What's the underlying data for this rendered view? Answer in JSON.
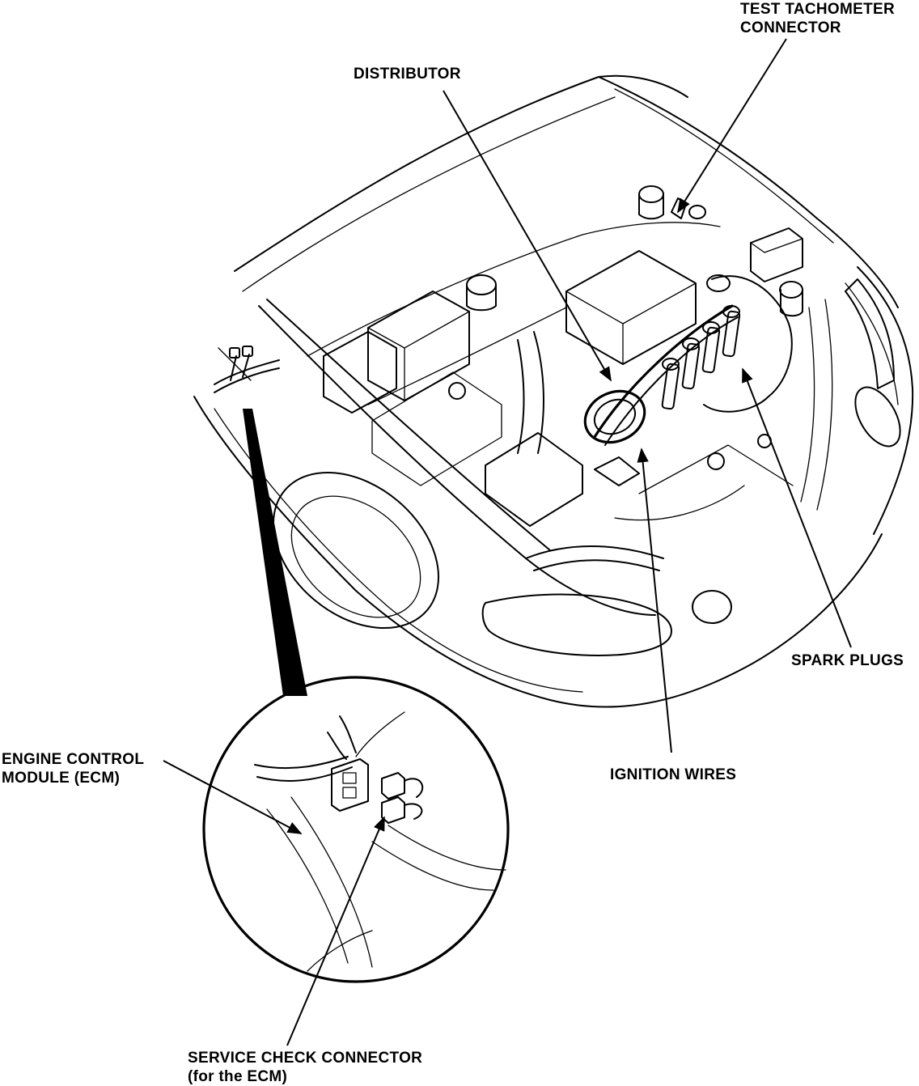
{
  "labels": {
    "test_tachometer_connector": [
      "TEST TACHOMETER",
      "CONNECTOR"
    ],
    "distributor": "DISTRIBUTOR",
    "spark_plugs": "SPARK PLUGS",
    "ignition_wires": "IGNITION WIRES",
    "engine_control_module": [
      "ENGINE CONTROL",
      "MODULE (ECM)"
    ],
    "service_check_connector": [
      "SERVICE CHECK CONNECTOR",
      "(for the ECM)"
    ]
  },
  "colors": {
    "ink": "#000000",
    "paper": "#ffffff"
  }
}
